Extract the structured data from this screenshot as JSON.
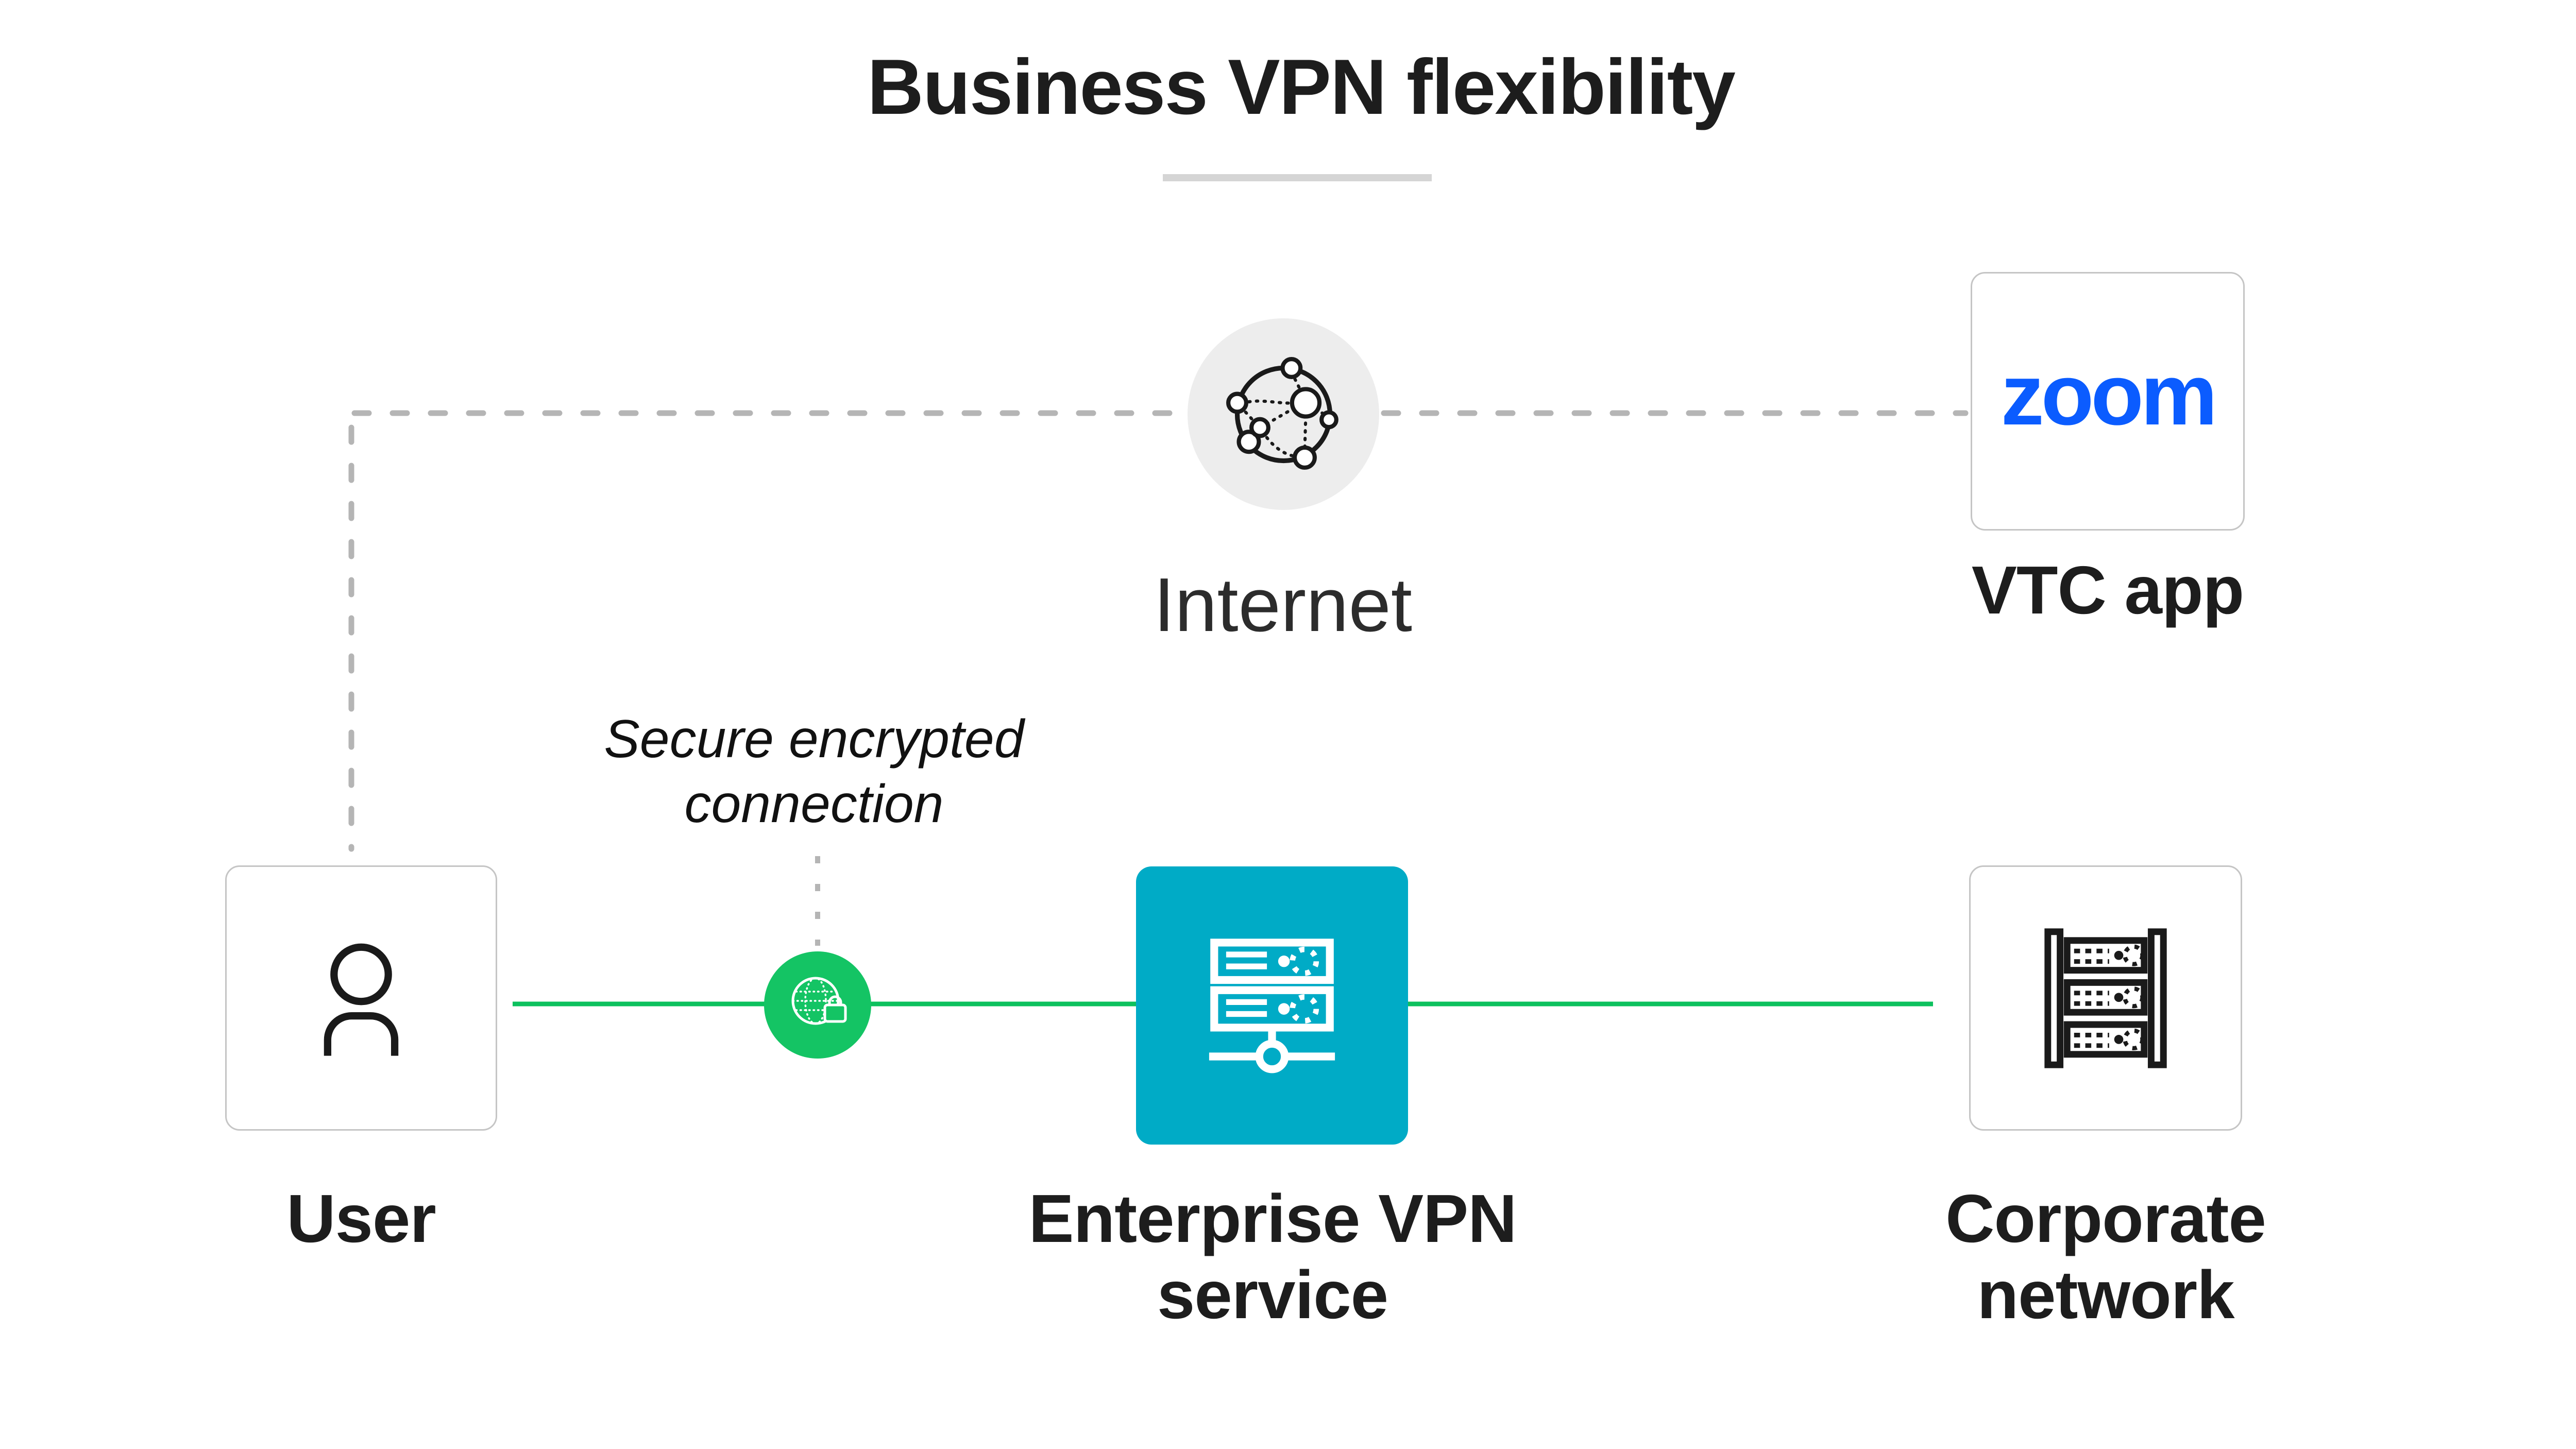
{
  "title": "Business VPN flexibility",
  "colors": {
    "background": "#ffffff",
    "text_dark": "#1d1d1d",
    "text_medium": "#2c2c2c",
    "accent_green": "#0cc15e",
    "green_circle": "#14c464",
    "teal": "#00abc6",
    "zoom_blue": "#0b5cff",
    "dash_gray": "#b5b5b5",
    "border_gray": "#c5c5c5",
    "node_circle_gray": "#ededed",
    "underline_gray": "#d5d5d5",
    "icon_black": "#1a1a1a"
  },
  "nodes": {
    "internet": {
      "label": "Internet",
      "icon": "network-globe-icon"
    },
    "user": {
      "label": "User",
      "icon": "person-icon"
    },
    "secure": {
      "label": "Secure encrypted\nconnection",
      "icon": "globe-lock-icon"
    },
    "vpn": {
      "label": "Enterprise VPN\nservice",
      "icon": "server-stack-icon"
    },
    "corporate": {
      "label": "Corporate\nnetwork",
      "icon": "server-rack-icon"
    },
    "vtc": {
      "label": "VTC app",
      "logo_text": "zoom"
    }
  },
  "connections": [
    {
      "from": "user",
      "to": "internet",
      "style": "dotted-gray"
    },
    {
      "from": "internet",
      "to": "vtc-app",
      "style": "dotted-gray"
    },
    {
      "from": "secure-label",
      "to": "secure-badge",
      "style": "dotted-gray"
    },
    {
      "from": "user",
      "to": "corporate-network",
      "style": "solid-green",
      "via": [
        "secure-badge",
        "enterprise-vpn"
      ]
    }
  ]
}
